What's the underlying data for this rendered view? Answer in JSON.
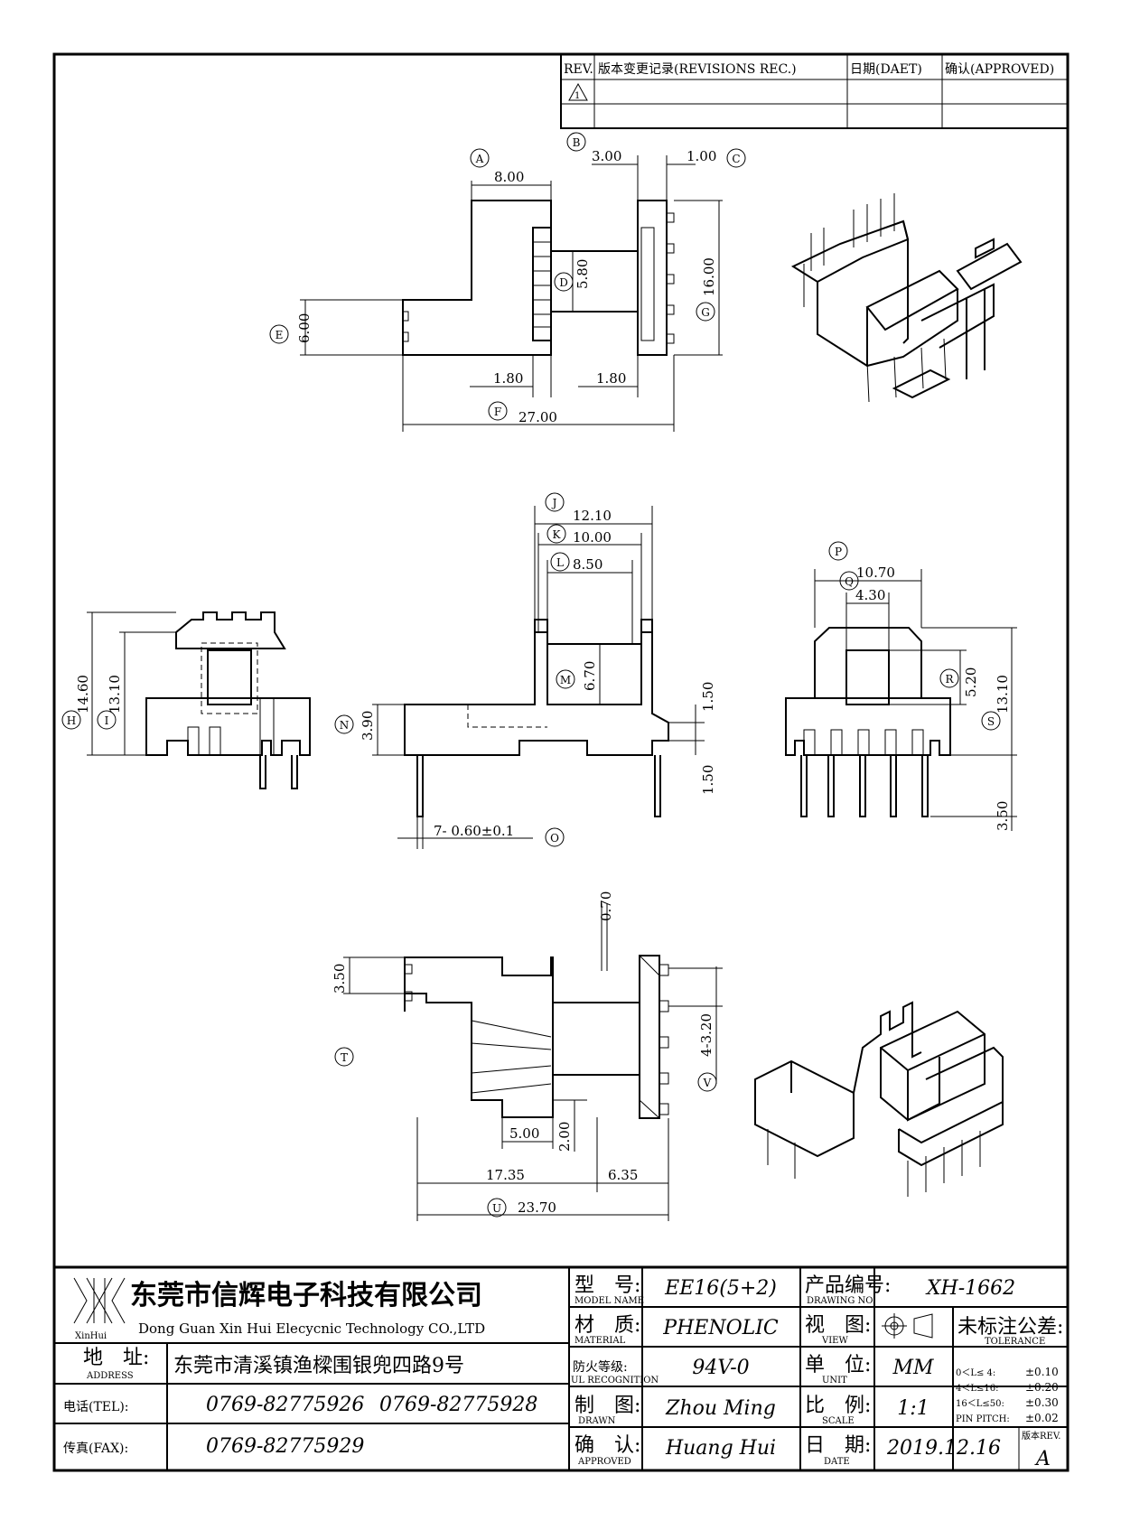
{
  "revision_table": {
    "headers": [
      "REV.",
      "版本变更记录(REVISIONS REC.)",
      "日期(DAET)",
      "确认(APPROVED)"
    ],
    "row1_rev": "1"
  },
  "dimensions": {
    "A": "8.00",
    "B": "3.00",
    "C": "1.00",
    "D": "5.80",
    "E": "6.00",
    "F": "27.00",
    "G": "16.00",
    "top_left_1": "1.80",
    "top_right_1": "1.80",
    "H": "14.60",
    "I": "13.10",
    "J": "12.10",
    "K": "10.00",
    "L": "8.50",
    "M": "6.70",
    "N": "3.90",
    "O": "7- 0.60±0.1",
    "side_a": "1.50",
    "side_b": "1.50",
    "P": "10.70",
    "Q": "4.30",
    "R": "5.20",
    "S": "13.10",
    "S2": "3.50",
    "T": "3.50",
    "top_w": "0.70",
    "U": "23.70",
    "U1": "17.35",
    "U2": "6.35",
    "V": "4-3.20",
    "bot_a": "5.00",
    "bot_b": "2.00"
  },
  "callouts": [
    "A",
    "B",
    "C",
    "D",
    "E",
    "F",
    "G",
    "H",
    "I",
    "J",
    "K",
    "L",
    "M",
    "N",
    "O",
    "P",
    "Q",
    "R",
    "S",
    "T",
    "U",
    "V"
  ],
  "title_block": {
    "company_cn": "东莞市信辉电子科技有限公司",
    "company_en": "Dong Guan Xin Hui Elecycnic Technology CO.,LTD",
    "logo_text": "XinHui",
    "address_label_cn": "地　址:",
    "address_label_en": "ADDRESS",
    "address": "东莞市清溪镇渔樑围银兜四路9号",
    "tel_label": "电话(TEL):",
    "tel1": "0769-82775926",
    "tel2": "0769-82775928",
    "fax_label": "传真(FAX):",
    "fax": "0769-82775929",
    "model_label_cn": "型　号:",
    "model_label_en": "MODEL NAME",
    "model": "EE16(5+2)",
    "material_label_cn": "材　质:",
    "material_label_en": "MATERIAL",
    "material": "PHENOLIC",
    "ul_label_cn": "防火等级:",
    "ul_label_en": "UL RECOGNITION",
    "ul": "94V-0",
    "drawn_label_cn": "制　图:",
    "drawn_label_en": "DRAWN",
    "drawn": "Zhou Ming",
    "approved_label_cn": "确　认:",
    "approved_label_en": "APPROVED",
    "approved": "Huang Hui",
    "drawing_no_label_cn": "产品编号:",
    "drawing_no_label_en": "DRAWING NO.",
    "drawing_no": "XH-1662",
    "view_label_cn": "视　图:",
    "view_label_en": "VIEW",
    "unit_label_cn": "单　位:",
    "unit_label_en": "UNIT",
    "unit": "MM",
    "scale_label_cn": "比　例:",
    "scale_label_en": "SCALE",
    "scale": "1:1",
    "date_label_cn": "日　期:",
    "date_label_en": "DATE",
    "date": "2019.12.16",
    "tolerance_label_cn": "未标注公差:",
    "tolerance_label_en": "TOLERANCE",
    "tolerances": [
      {
        "range": "0＜L≤ 4:",
        "value": "±0.10"
      },
      {
        "range": "4＜L≤16:",
        "value": "±0.20"
      },
      {
        "range": "16＜L≤50:",
        "value": "±0.30"
      },
      {
        "range": "PIN PITCH:",
        "value": "±0.02"
      }
    ],
    "rev_label": "版本REV.",
    "rev": "A"
  }
}
